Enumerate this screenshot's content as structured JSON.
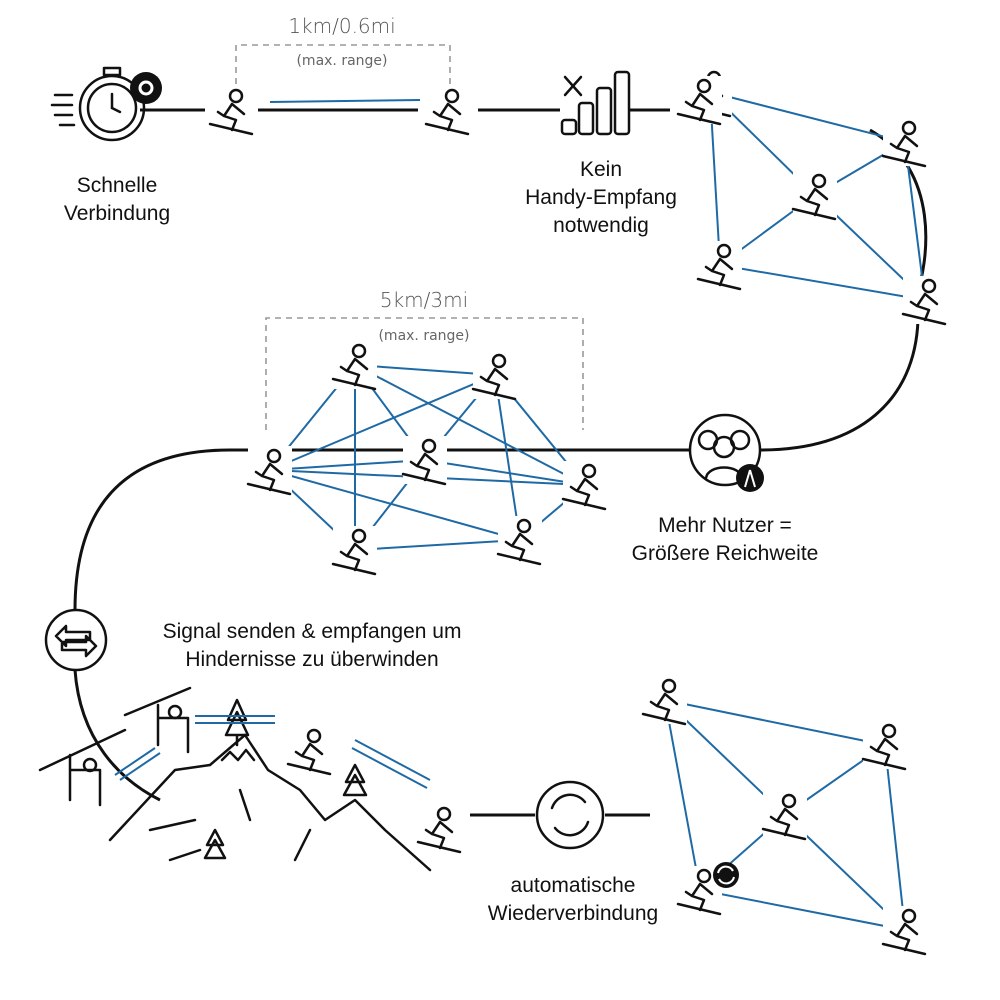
{
  "labels": {
    "fast_connection": [
      "Schnelle",
      "Verbindung"
    ],
    "no_cell": [
      "Kein",
      "Handy-Empfang",
      "notwendig"
    ],
    "more_users": [
      "Mehr Nutzer =",
      "Größere Reichweite"
    ],
    "signal": [
      "Signal senden & empfangen um",
      "Hindernisse zu überwinden"
    ],
    "reconnect": [
      "automatische",
      "Wiederverbindung"
    ]
  },
  "ranges": {
    "short": {
      "distance": "1km/0.6mi",
      "note": "(max. range)"
    },
    "long": {
      "distance": "5km/3mi",
      "note": "(max. range)"
    }
  },
  "icons": [
    "stopwatch-icon",
    "gear-icon",
    "cross-country-skier-icon",
    "signal-bars-crossed-icon",
    "skier-icon",
    "snowboarder-icon",
    "group-antenna-icon",
    "swap-arrows-icon",
    "mountain-icon",
    "ski-lift-icon",
    "refresh-icon"
  ],
  "colors": {
    "line": "#111111",
    "connection": "#1f6aa5",
    "range_box": "#999999"
  }
}
